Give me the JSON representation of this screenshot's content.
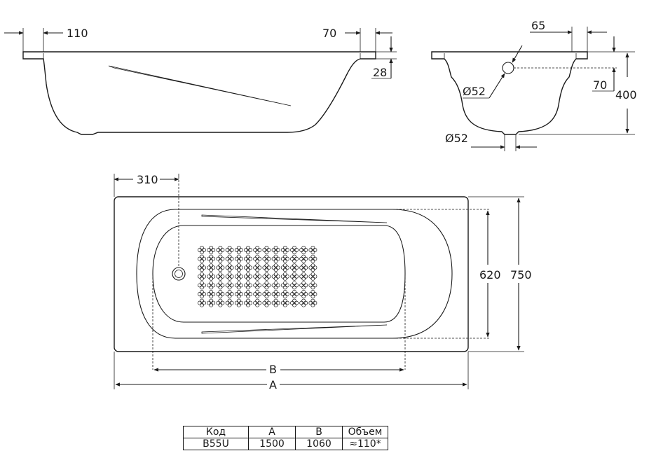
{
  "dimensions": {
    "side_drain_offset": "110",
    "side_rim_right": "70",
    "side_rim_height": "28",
    "end_rim_width": "65",
    "end_overflow_diameter": "Ø52",
    "end_overflow_height": "70",
    "end_total_height": "400",
    "end_drain_diameter": "Ø52",
    "plan_drain_offset": "310",
    "plan_inner_width": "620",
    "plan_outer_width": "750",
    "plan_inner_length": "B",
    "plan_outer_length": "A"
  },
  "spec_table": {
    "headers": [
      "Код",
      "A",
      "B",
      "Объем"
    ],
    "rows": [
      [
        "B55U",
        "1500",
        "1060",
        "≈110*"
      ]
    ]
  }
}
